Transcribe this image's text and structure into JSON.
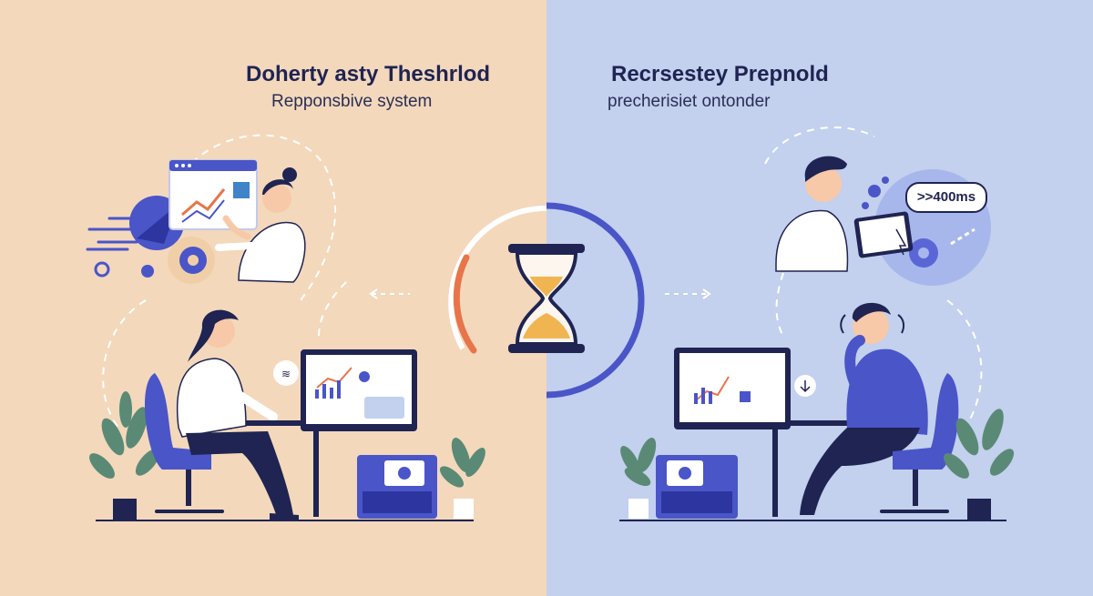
{
  "left": {
    "title": "Dohertу asty Theshrlod",
    "subtitle": "Repponsbive system",
    "background": "#f3d8bc"
  },
  "right": {
    "title": "Recrsestey Prepnold",
    "subtitle": "precherisiet ontonder",
    "background": "#c3d0ee",
    "latency_badge": ">>400ms"
  },
  "colors": {
    "accent_blue": "#4a55c8",
    "accent_orange": "#e8744a",
    "sand": "#f0b550",
    "navy": "#1f2452",
    "plant": "#5a8a76"
  },
  "icons": [
    "hourglass-icon",
    "gear-icon",
    "chart-icon",
    "speech-bubble-icon",
    "arrow-icon",
    "paper-plane-icon"
  ]
}
